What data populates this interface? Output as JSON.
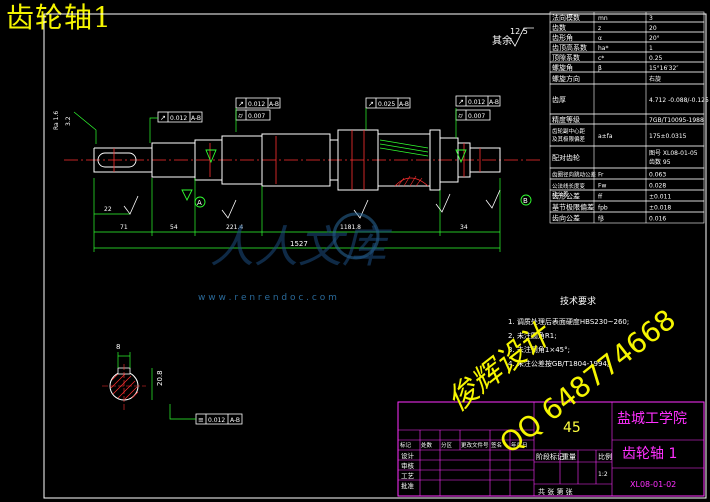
{
  "heading": "齿轮轴1",
  "roughness_note": {
    "label": "其余",
    "value": "12.5"
  },
  "params": [
    {
      "name": "法向模数",
      "sym": "mn",
      "val": "3"
    },
    {
      "name": "齿数",
      "sym": "z",
      "val": "20"
    },
    {
      "name": "齿形角",
      "sym": "α",
      "val": "20°"
    },
    {
      "name": "齿顶高系数",
      "sym": "ha*",
      "val": "1"
    },
    {
      "name": "顶隙系数",
      "sym": "c*",
      "val": "0.25"
    },
    {
      "name": "螺旋角",
      "sym": "β",
      "val": "15°16′32″"
    },
    {
      "name": "螺旋方向",
      "sym": "",
      "val": "右旋"
    },
    {
      "name": "齿厚",
      "sym": "",
      "val": "4.712 -0.088/-0.125"
    },
    {
      "name": "精度等级",
      "sym": "",
      "val": "7GB/T10095-1988"
    },
    {
      "name": "齿轮副中心距及其极限偏差",
      "sym": "a±fa",
      "val": "175±0.0315"
    },
    {
      "name": "配对齿轮",
      "sym": "",
      "val": "图号 XL08-01-05 / 齿数 95"
    },
    {
      "name": "齿圈径向跳动公差",
      "sym": "Fr",
      "val": "0.063"
    },
    {
      "name": "公法线长度变动公差",
      "sym": "Fw",
      "val": "0.028"
    },
    {
      "name": "齿形公差",
      "sym": "ff",
      "val": "±0.011"
    },
    {
      "name": "基节极限偏差",
      "sym": "fpb",
      "val": "±0.018"
    },
    {
      "name": "齿向公差",
      "sym": "fβ",
      "val": "0.016"
    }
  ],
  "tech_req": {
    "title": "技术要求",
    "items": [
      "1. 调质处理后表面硬度HBS230~260;",
      "2. 未注圆角R1;",
      "3. 未注倒角1×45°;",
      "4. 未注公差按GB/T1804-1994。"
    ]
  },
  "tolerance_frames": [
    {
      "id": "tf1",
      "sym": "↗",
      "tol": "0.012",
      "datum": "A-B"
    },
    {
      "id": "tf2",
      "sym": "↗",
      "tol": "0.012",
      "datum": "A-B"
    },
    {
      "id": "tf3",
      "sym": "⌭",
      "tol": "0.007",
      "datum": ""
    },
    {
      "id": "tf4",
      "sym": "↗",
      "tol": "0.025",
      "datum": "A-B"
    },
    {
      "id": "tf5",
      "sym": "↗",
      "tol": "0.012",
      "datum": "A-B"
    },
    {
      "id": "tf6",
      "sym": "⌭",
      "tol": "0.007",
      "datum": ""
    },
    {
      "id": "tf7",
      "sym": "≡",
      "tol": "0.012",
      "datum": "A-B"
    }
  ],
  "dimensions": {
    "total_length": "1527",
    "segments": [
      "22",
      "71",
      "54",
      "221.4",
      "1181.8",
      "34"
    ],
    "section_width": "8",
    "section_depth": "20.8"
  },
  "datums": [
    "A",
    "B"
  ],
  "title_block": {
    "material": "45",
    "school": "盐城工学院",
    "part_name": "齿轮轴 1",
    "drawing_no": "XL08-01-02",
    "scale_label": "比例",
    "scale": "1:2",
    "mass_label": "重量",
    "stage_label": "阶段标记",
    "sheets": "共  张  第  张",
    "rows": [
      "标记",
      "处数",
      "分区",
      "更改文件号",
      "签名",
      "年月日"
    ],
    "roles": [
      "设计",
      "审核",
      "工艺",
      "批准"
    ]
  },
  "watermarks": {
    "site": "w w w . r e n r e n d o c . c o m",
    "author": "俊辉设计",
    "qq": "QQ 648774668"
  }
}
